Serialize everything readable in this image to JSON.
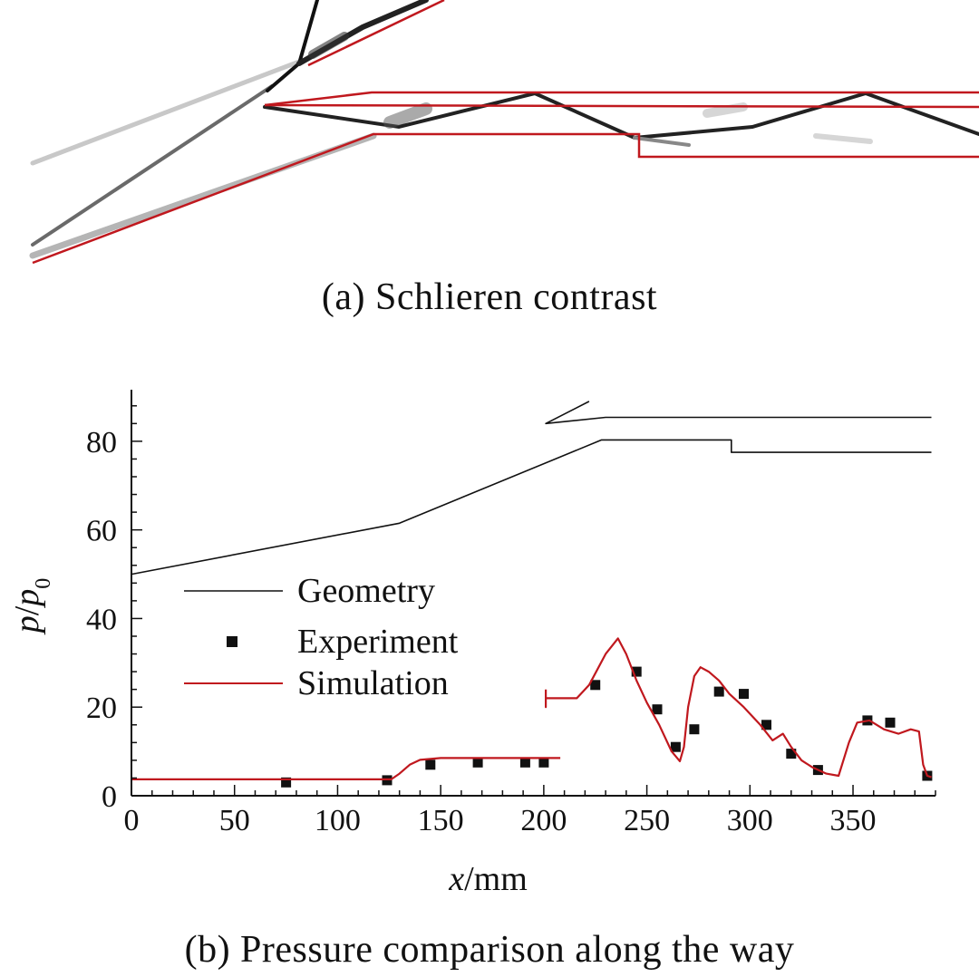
{
  "captions": {
    "a": "(a) Schlieren contrast",
    "b": "(b) Pressure comparison along the way"
  },
  "colors": {
    "simulation": "#c0181e",
    "geometry": "#111111",
    "experiment": "#111111",
    "axis": "#111111"
  },
  "chart_data": {
    "type": "line",
    "xlabel": "x/mm",
    "ylabel": "p/p0",
    "xlim": [
      0,
      390
    ],
    "ylim": [
      0,
      90
    ],
    "xticks": [
      0,
      50,
      100,
      150,
      200,
      250,
      300,
      350
    ],
    "yticks": [
      0,
      20,
      40,
      60,
      80
    ],
    "legend": {
      "position": "center-left",
      "entries": [
        "Geometry",
        "Experiment",
        "Simulation"
      ]
    },
    "series": [
      {
        "name": "Geometry",
        "kind": "line",
        "segments": [
          [
            [
              0,
              50
            ],
            [
              130,
              61.5
            ],
            [
              228,
              80.3
            ],
            [
              291,
              80.3
            ],
            [
              291,
              77.5
            ],
            [
              388,
              77.5
            ]
          ],
          [
            [
              222,
              89
            ],
            [
              201,
              84
            ],
            [
              230,
              85.4
            ],
            [
              388,
              85.4
            ]
          ]
        ]
      },
      {
        "name": "Experiment",
        "kind": "scatter",
        "points": [
          [
            75,
            3
          ],
          [
            124,
            3.5
          ],
          [
            145,
            7
          ],
          [
            168,
            7.5
          ],
          [
            191,
            7.5
          ],
          [
            200,
            7.5
          ],
          [
            225,
            25
          ],
          [
            245,
            28
          ],
          [
            255,
            19.5
          ],
          [
            264,
            11
          ],
          [
            273,
            15
          ],
          [
            285,
            23.5
          ],
          [
            297,
            23
          ],
          [
            308,
            16
          ],
          [
            320,
            9.5
          ],
          [
            333,
            5.8
          ],
          [
            357,
            17
          ],
          [
            368,
            16.5
          ],
          [
            386,
            4.5
          ]
        ]
      },
      {
        "name": "Simulation",
        "kind": "line",
        "segments": [
          [
            [
              0,
              3.7
            ],
            [
              126,
              3.7
            ],
            [
              130,
              5
            ],
            [
              135,
              7
            ],
            [
              140,
              8.1
            ],
            [
              150,
              8.5
            ],
            [
              208,
              8.5
            ]
          ],
          [
            [
              201,
              24
            ],
            [
              201,
              20
            ],
            [
              201,
              22
            ],
            [
              210,
              22
            ],
            [
              216,
              22
            ],
            [
              222,
              25
            ],
            [
              230,
              32
            ],
            [
              236,
              35.5
            ],
            [
              240,
              32
            ],
            [
              245,
              26
            ],
            [
              250,
              21
            ],
            [
              256,
              16
            ],
            [
              262,
              10
            ],
            [
              266,
              7.8
            ],
            [
              268,
              11
            ],
            [
              270,
              20
            ],
            [
              273,
              27
            ],
            [
              276,
              29
            ],
            [
              280,
              28
            ],
            [
              285,
              26
            ],
            [
              290,
              23
            ],
            [
              297,
              20
            ],
            [
              305,
              16
            ],
            [
              311,
              12.5
            ],
            [
              316,
              14
            ],
            [
              320,
              11
            ],
            [
              325,
              8
            ],
            [
              330,
              6.5
            ],
            [
              337,
              5
            ],
            [
              343,
              4.5
            ],
            [
              348,
              12
            ],
            [
              352,
              16.5
            ],
            [
              358,
              17
            ],
            [
              365,
              15
            ],
            [
              372,
              14
            ],
            [
              378,
              15
            ],
            [
              382,
              14.5
            ],
            [
              384,
              7
            ],
            [
              386,
              4.5
            ],
            [
              388,
              4.2
            ]
          ]
        ]
      }
    ]
  }
}
